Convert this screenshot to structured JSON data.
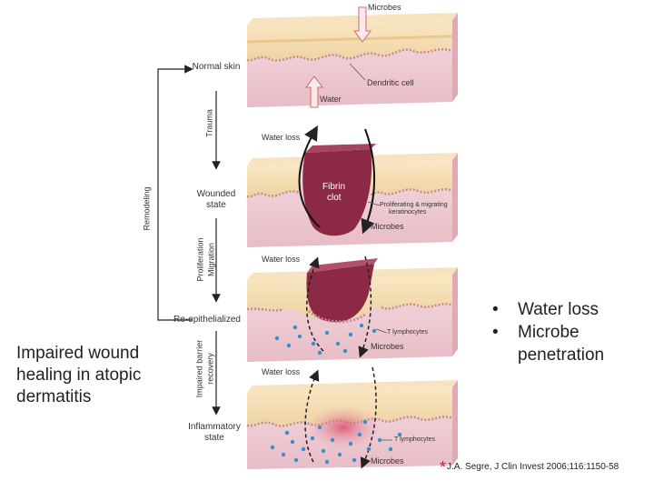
{
  "diagram": {
    "stages": {
      "normal": "Normal skin",
      "wounded": "Wounded state",
      "reepithelialized": "Re-epithelialized",
      "inflammatory": "Inflammatory state"
    },
    "transitions": {
      "trauma": "Trauma",
      "proliferation": "Proliferation",
      "migration": "Migration",
      "impaired_recovery_1": "Impaired barrier",
      "impaired_recovery_2": "recovery",
      "remodeling": "Remodeling"
    },
    "panel1": {
      "microbes": "Microbes",
      "dendritic": "Dendritic cell",
      "water": "Water"
    },
    "panel2": {
      "water_loss": "Water loss",
      "clot_1": "Fibrin",
      "clot_2": "clot",
      "keratinocytes_1": "Proliferating & migrating",
      "keratinocytes_2": "keratinocytes",
      "microbes": "Microbes"
    },
    "panel3": {
      "water_loss": "Water loss",
      "tlymph": "T lymphocytes",
      "microbes": "Microbes"
    },
    "panel4": {
      "water_loss": "Water loss",
      "tlymph": "T lymphocytes",
      "microbes": "Microbes"
    }
  },
  "slide": {
    "title": "Impaired wound healing in atopic dermatitis",
    "bullets": [
      "Water loss",
      "Microbe penetration"
    ],
    "bullet_symbol": "•",
    "citation_mark": "*",
    "citation": "J.A. Segre, J Clin Invest 2006;116:1150-58"
  },
  "colors": {
    "epidermis": "#f4ddb0",
    "dermis": "#f2d3d8",
    "dermis_dark": "#e6b6c0",
    "clot": "#8c2a45",
    "cells": "#3a8fc8",
    "arrow": "#222222",
    "microbe_arrow": "#c97070",
    "citation_star": "#cc2222"
  }
}
